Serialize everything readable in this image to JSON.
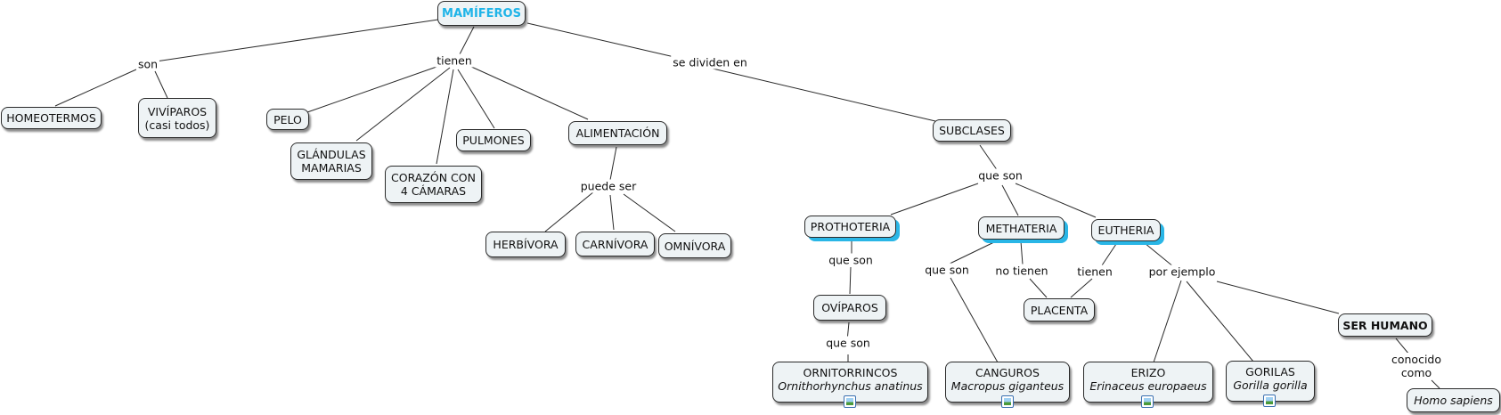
{
  "colors": {
    "root_text": "#1fb4e8",
    "shadow_accent": "#29b6e6",
    "node_fill": "#eef3f5",
    "line": "#2a2a2a"
  },
  "nodes": {
    "mamiferos": "MAMÍFEROS",
    "homeotermos": "HOMEOTERMOS",
    "viviparos": "VIVÍPAROS",
    "viviparos_note": "(casi todos)",
    "pelo": "PELO",
    "glandulas": "GLÁNDULAS MAMARIAS",
    "corazon": "CORAZÓN CON 4 CÁMARAS",
    "pulmones": "PULMONES",
    "alimentacion": "ALIMENTACIÓN",
    "herbivora": "HERBÍVORA",
    "carnivora": "CARNÍVORA",
    "omnivora": "OMNÍVORA",
    "subclases": "SUBCLASES",
    "prothoteria": "PROTHOTERIA",
    "methateria": "METHATERIA",
    "eutheria": "EUTHERIA",
    "oviparos": "OVÍPAROS",
    "placenta": "PLACENTA",
    "ornitorrincos": "ORNITORRINCOS",
    "ornitorrincos_sci": "Ornithorhynchus anatinus",
    "canguros": "CANGUROS",
    "canguros_sci": "Macropus giganteus",
    "erizo": "ERIZO",
    "erizo_sci": "Erinaceus europaeus",
    "gorilas": "GORILAS",
    "gorilas_sci": "Gorilla gorilla",
    "ser_humano": "SER HUMANO",
    "homo_sapiens": "Homo sapiens"
  },
  "links": {
    "son": "son",
    "tienen": "tienen",
    "se_dividen_en": "se dividen en",
    "puede_ser": "puede ser",
    "que_son_sub": "que son",
    "que_son_proto": "que son",
    "que_son_ovi": "que son",
    "que_son_meta": "que son",
    "no_tienen": "no tienen",
    "tienen_eu": "tienen",
    "por_ejemplo": "por ejemplo",
    "conocido_como": "conocido como"
  },
  "icons": [
    "image-icon-ornitorrincos",
    "image-icon-canguros",
    "image-icon-erizo",
    "image-icon-gorilas"
  ]
}
